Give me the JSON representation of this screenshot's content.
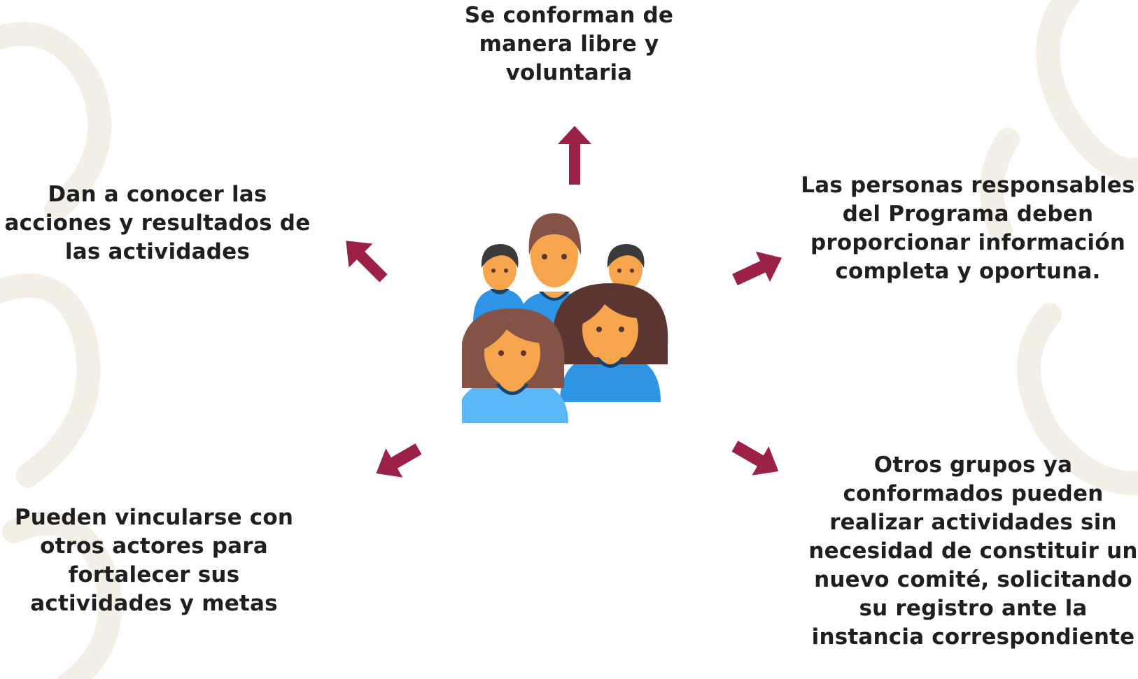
{
  "colors": {
    "arrow": "#9c2146",
    "text": "#1f1f1f",
    "skin": "#f6a54c",
    "hair_brown": "#845345",
    "hair_dark": "#5b3631",
    "hair_black": "#3a3a3a",
    "shirt_blue": "#2e95e6",
    "shirt_light": "#5bb7f5",
    "collar": "#15426e"
  },
  "icons": {
    "center": "people-group-icon",
    "arrows": "arrow-icon"
  },
  "nodes": {
    "top": "Se conforman de manera libre y voluntaria",
    "left": "Dan a conocer las acciones y resultados de las actividades",
    "right": "Las personas responsables del Programa deben proporcionar información completa y oportuna.",
    "bottom_left": "Pueden vincularse con otros actores para fortalecer sus actividades y metas",
    "bottom_right": "Otros grupos ya conformados pueden realizar actividades sin necesidad de constituir un nuevo comité, solicitando su registro ante la instancia correspondiente"
  }
}
